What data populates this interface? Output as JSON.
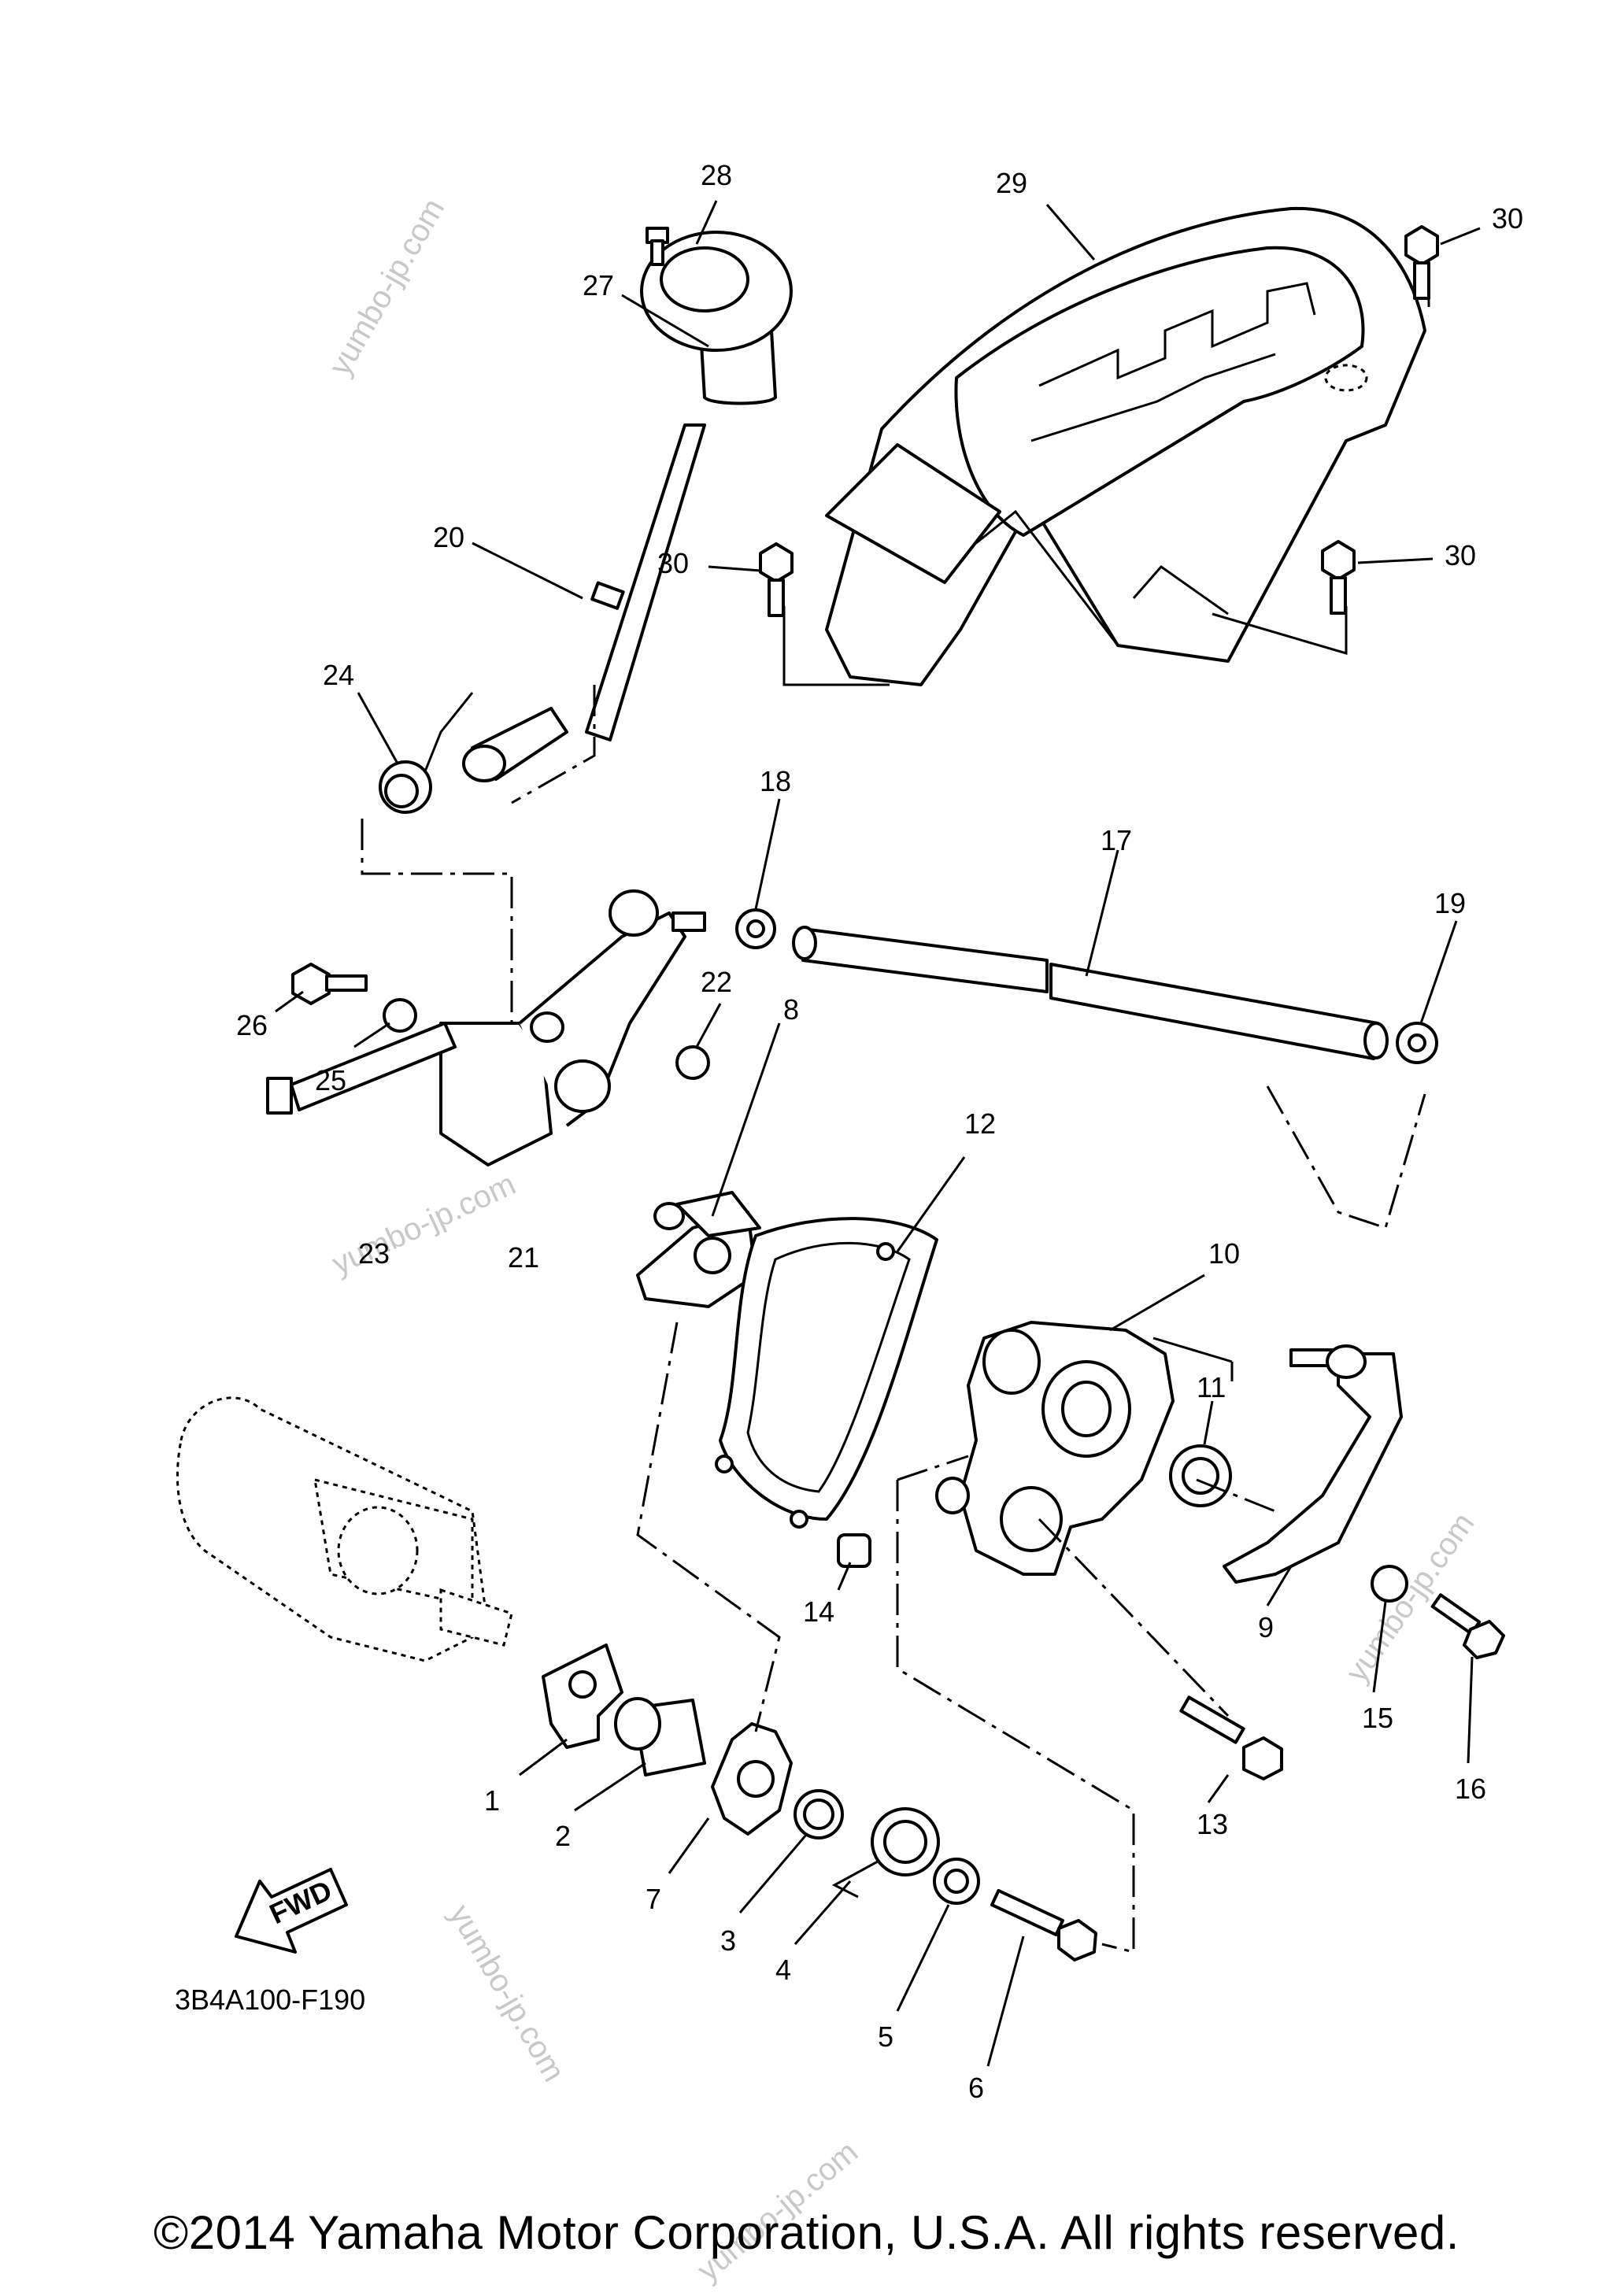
{
  "callouts": [
    "1",
    "2",
    "3",
    "4",
    "5",
    "6",
    "7",
    "8",
    "9",
    "10",
    "11",
    "12",
    "13",
    "14",
    "15",
    "16",
    "17",
    "18",
    "19",
    "20",
    "21",
    "22",
    "23",
    "24",
    "25",
    "26",
    "27",
    "28",
    "29",
    "30"
  ],
  "fwd_label": "FWD",
  "diagram_code": "3B4A100-F190",
  "watermark": "yumbo-jp.com",
  "copyright": "©2014 Yamaha Motor Corporation, U.S.A. All rights reserved."
}
